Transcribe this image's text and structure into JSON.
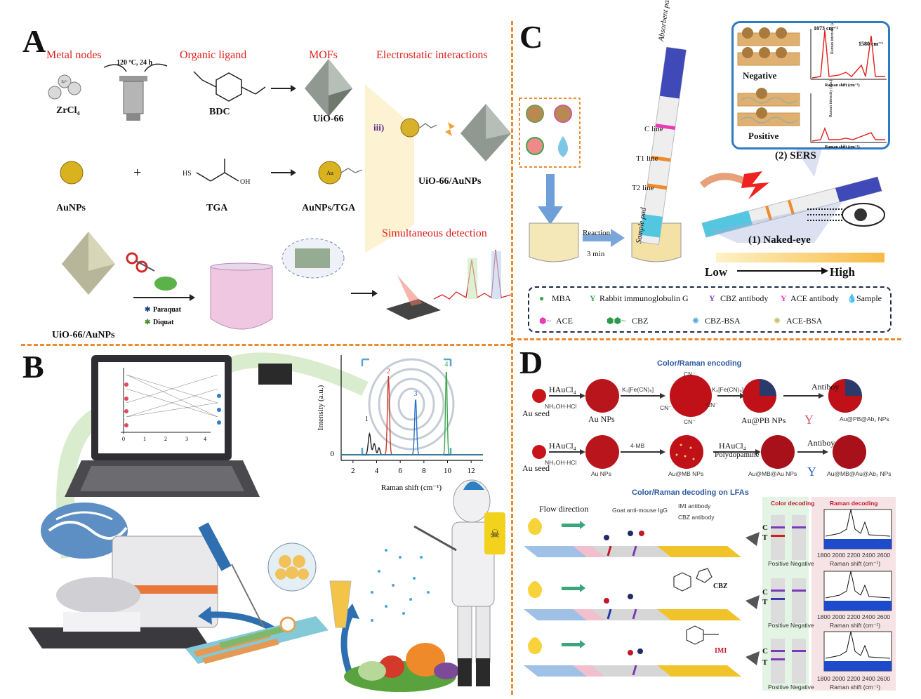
{
  "panels": {
    "a": {
      "letter": "A",
      "labels": {
        "metal_nodes": "Metal nodes",
        "organic_ligand": "Organic ligand",
        "mofs": "MOFs",
        "electrostatic": "Electrostatic interactions",
        "conditions": "120 ºC, 24 h",
        "zrcl4": "ZrCl₄",
        "bdc": "BDC",
        "uio66": "UiO-66",
        "step_iii": "iii)",
        "uio66_aunps": "UiO-66/AuNPs",
        "aunps": "AuNPs",
        "plus": "+",
        "tga": "TGA",
        "aunps_tga": "AuNPs/TGA",
        "simultaneous": "Simultaneous detection",
        "uio66_aunps_bottom": "UiO-66/AuNPs",
        "paraquat": "Paraquat",
        "diquat": "Diquat",
        "zr_ion": "Zr⁴⁺",
        "au_label": "Au"
      }
    },
    "b": {
      "letter": "B",
      "chart_axes": {
        "ylabel": "Intensity (a.u.)",
        "xlabel": "Raman shift (cm⁻¹)",
        "y_zero": "0",
        "xticks": [
          "2",
          "4",
          "6",
          "8",
          "10",
          "12"
        ],
        "peaks": [
          "1",
          "2",
          "3",
          "4"
        ]
      },
      "laptop_ticks": [
        "0",
        "1",
        "2",
        "3",
        "4"
      ]
    },
    "c": {
      "letter": "C",
      "labels": {
        "absorbent_pad": "Absorbent pad",
        "c_line": "C line",
        "t1_line": "T1 line",
        "t2_line": "T2 line",
        "sample_pad": "Sample pad",
        "reaction": "Reaction",
        "reaction_time": "3 min",
        "sers": "(2) SERS",
        "naked_eye": "(1) Naked-eye",
        "low": "Low",
        "high": "High",
        "negative": "Negative",
        "positive": "Positive",
        "peak_1073": "1073 cm⁻¹",
        "peak_1580": "1580 cm⁻¹",
        "raman_intensity": "Raman intensity (a.u.)",
        "raman_shift": "Raman shift (cm⁻¹)"
      },
      "legend": [
        {
          "label": "MBA"
        },
        {
          "label": "Rabbit immunoglobulin G"
        },
        {
          "label": "CBZ antibody"
        },
        {
          "label": "ACE antibody"
        },
        {
          "label": "Sample"
        },
        {
          "label": "ACE"
        },
        {
          "label": "CBZ"
        },
        {
          "label": "CBZ-BSA"
        },
        {
          "label": "ACE-BSA"
        }
      ]
    },
    "d": {
      "letter": "D",
      "encoding_title": "Color/Raman encoding",
      "decoding_title": "Color/Raman decoding on LFAs",
      "row1": {
        "au_seed": "Au seed",
        "haucl4": "HAuCl₄",
        "nh2oh": "NH₂OH·HCl",
        "au_nps": "Au NPs",
        "k3": "K₃[Fe(CN)₆]",
        "cn": "CN⁻",
        "k4": "K₄[Fe(CN)₆]",
        "au_pb": "Au@PB NPs",
        "antibody": "Antiboy",
        "au_pb_ab": "Au@PB@Ab₁ NPs"
      },
      "row2": {
        "au_seed": "Au seed",
        "haucl4": "HAuCl₄",
        "nh2oh": "NH₂OH·HCl",
        "au_nps": "Au NPs",
        "mb": "4-MB",
        "au_mb": "Au@MB NPs",
        "haucl4_b": "HAuCl₄",
        "polydopamine": "Polydopamine",
        "au_mb_au": "Au@MB@Au NPs",
        "antibody": "Antiboy",
        "au_mb_au_ab": "Au@MB@Au@Ab₂ NPs"
      },
      "lfa": {
        "flow_direction": "Flow direction",
        "goat": "Goat anti-mouse IgG",
        "imi_ab": "IMI antibody",
        "cbz_ab": "CBZ antibody",
        "color_decoding": "Color decoding",
        "raman_decoding": "Raman decoding",
        "c": "C",
        "t": "T",
        "positive": "Positive",
        "negative": "Negative",
        "raman_shift": "Raman shift (cm⁻¹)",
        "ticks": [
          "1800",
          "2000",
          "2200",
          "2400",
          "2600"
        ],
        "cbz": "CBZ",
        "imi": "IMI"
      }
    }
  }
}
